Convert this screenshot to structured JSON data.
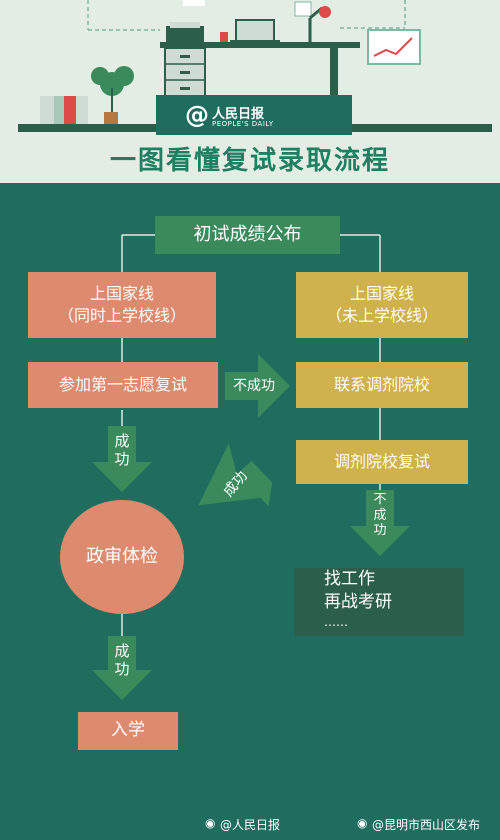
{
  "header": {
    "logo_mark": "@",
    "logo_name": "人民日报",
    "logo_en": "PEOPLE'S DAILY",
    "title": "一图看懂复试录取流程"
  },
  "flow": {
    "start": "初试成绩公布",
    "left_line_1": "上国家线",
    "left_line_2": "（同时上学校线）",
    "right_line_1": "上国家线",
    "right_line_2": "（未上学校线）",
    "first_choice": "参加第一志愿复试",
    "fail_label": "不成功",
    "contact": "联系调剂院校",
    "success_1a": "成",
    "success_1b": "功",
    "adjust_retest": "调剂院校复试",
    "success_diag": "成功",
    "fail_down_1": "不",
    "fail_down_2": "成",
    "fail_down_3": "功",
    "check": "政审体检",
    "job_line_1": "找工作",
    "job_line_2": "再战考研",
    "job_line_3": "……",
    "success_2a": "成",
    "success_2b": "功",
    "enroll": "入学"
  },
  "footer": {
    "left": "@人民日报",
    "right": "@昆明市西山区发布"
  }
}
